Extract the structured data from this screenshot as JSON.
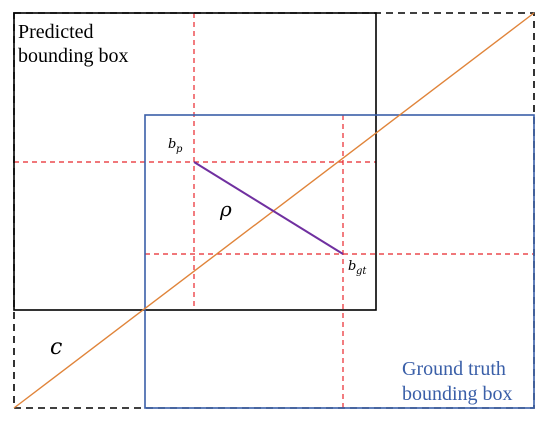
{
  "labels": {
    "predicted_line1": "Predicted",
    "predicted_line2": "bounding box",
    "ground_line1": "Ground truth",
    "ground_line2": "bounding box",
    "bp_base": "b",
    "bp_sub": "p",
    "bgt_base": "b",
    "bgt_sub": "gt",
    "rho": "ρ",
    "c": "c"
  },
  "colors": {
    "predicted_box": "#000000",
    "ground_truth_box": "#3a5fa8",
    "ground_truth_text": "#3a5fa8",
    "enclosing_box": "#000000",
    "center_guides": "#e8262b",
    "diagonal_c": "#e0843a",
    "distance_rho": "#7030a0"
  }
}
